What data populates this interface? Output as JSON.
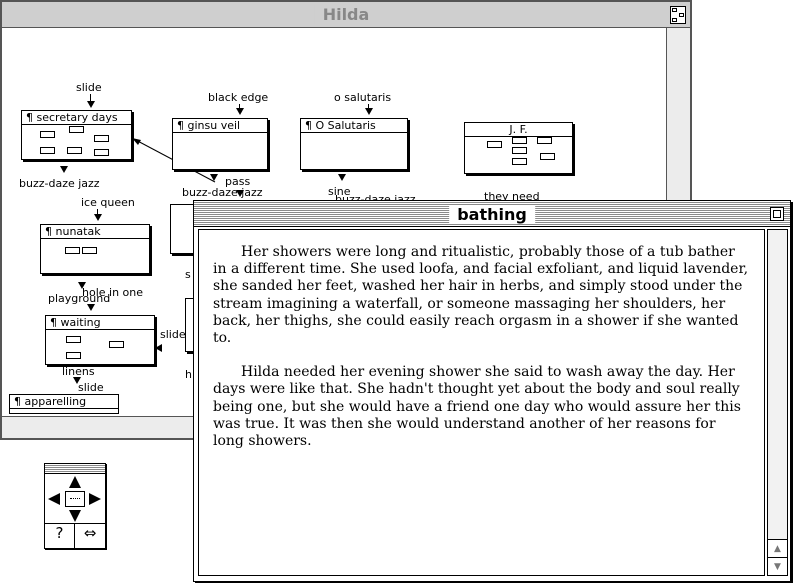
{
  "map_window": {
    "title": "Hilda",
    "nodes": {
      "secretary": "¶ secretary days",
      "ginsu": "¶ ginsu veil",
      "salutaris": "¶ O Salutaris",
      "jf": "J. F.",
      "nunatak": "¶ nunatak",
      "waiting": "¶ waiting",
      "apparelling": "¶ apparelling"
    },
    "labels": {
      "slide_top": "slide",
      "black_edge": "black edge",
      "o_salutaris": "o salutaris",
      "buzz_daze_1": "buzz-daze jazz",
      "pass": "pass",
      "buzz_daze_2": "buzz-daze jazz",
      "sine": "sine",
      "buzz_daze_3": "buzz-daze jazz",
      "they_need": "they need",
      "ice_queen": "ice queen",
      "s_frag": "s",
      "playground": "playground",
      "hole_in_one": "hole in one",
      "slide_mid": "slide",
      "linens": "linens",
      "slide_bottom": "slide",
      "h_frag": "h"
    }
  },
  "palette": {
    "help_glyph": "?",
    "swap_glyph": "⇔",
    "icons": [
      "up-arrow-icon",
      "down-arrow-icon",
      "left-arrow-icon",
      "right-arrow-icon",
      "center-dots-icon"
    ]
  },
  "document_window": {
    "title": "bathing",
    "paragraphs": [
      "Her showers were long and ritualistic, probably those of a tub bather in a different time.  She used loofa, and facial exfoliant, and liquid lavender, she sanded her feet, washed her hair in herbs, and simply stood under the stream imagining a waterfall, or someone massaging her shoulders, her back, her thighs, she could easily reach orgasm in a shower if she wanted to.",
      "Hilda needed her evening shower she said to wash away the day.  Her days were like that.  She hadn't thought yet about the body and soul really being one, but she would have a friend one day who would assure her this was true. It was then she would understand another of her reasons for long showers."
    ]
  }
}
